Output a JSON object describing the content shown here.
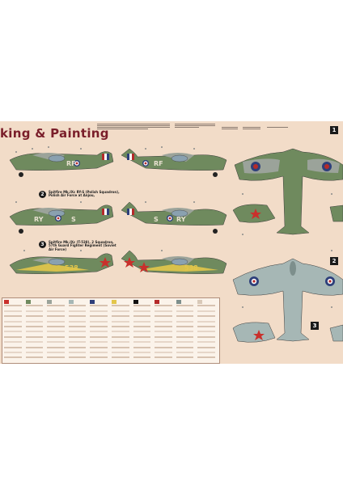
{
  "sheet": {
    "title": "king & Painting",
    "captions": {
      "scheme2": "Spitfire Mk.IXc RY-S (Polish Squadron), Polish Air Force at Anjou,",
      "scheme3": "Spitfire Mk.IXc (T-538), 2 Squadron, 57th Guard Fighter Regiment (Soviet Air Force)"
    },
    "codes": {
      "rf_left": "RF",
      "rf_right": "RF",
      "ry_left": "RY",
      "ry_left2": "S",
      "ry_right": "S",
      "ry_right2": "RY",
      "num_left": "538",
      "num_right": "538"
    },
    "markers": [
      "2",
      "3"
    ],
    "side_markers": [
      "1",
      "2",
      "3"
    ]
  },
  "colors": {
    "sheet_bg": "#f2dcc8",
    "camo_green": "#6f8a5e",
    "camo_grey": "#9ba39a",
    "raf_red": "#b52a2a",
    "raf_blue": "#2e3f7a",
    "soviet_red": "#c9302c",
    "yellow": "#e3c64a",
    "underside": "#a6b7b5",
    "title": "#7a1e2a"
  }
}
